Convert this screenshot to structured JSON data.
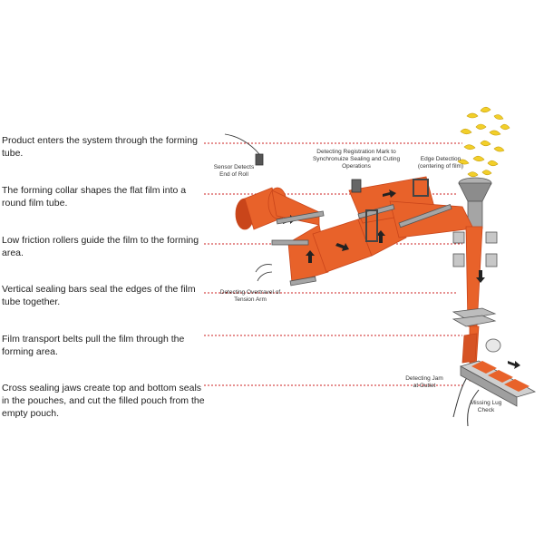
{
  "steps": [
    {
      "text": "Product enters the system through the forming tube."
    },
    {
      "text": "The forming collar shapes the flat film into a round film tube."
    },
    {
      "text": "Low friction rollers guide the film to the forming area."
    },
    {
      "text": "Vertical sealing bars seal the edges of the film tube together."
    },
    {
      "text": "Film transport belts pull the film through the forming area."
    },
    {
      "text": "Cross sealing jaws create top and bottom seals in the pouches, and cut the filled pouch from the empty pouch."
    }
  ],
  "callouts": {
    "sensor_end_roll": "Sensor Detects End of Roll",
    "registration": "Detecting Registration Mark to Synchronuize Sealing and Cuting Operations",
    "edge_detection": "Edge Detection (centering of film)",
    "overtravel": "Detecting Overtravel of Tension Arm",
    "jam": "Detecting Jam at Outlet",
    "lug_check": "Missing Lug Check"
  },
  "colors": {
    "film": "#e8622a",
    "film_dark": "#c9451a",
    "product": "#f2cf2a",
    "leader": "#cc2222",
    "metal": "#9a9a9a"
  }
}
